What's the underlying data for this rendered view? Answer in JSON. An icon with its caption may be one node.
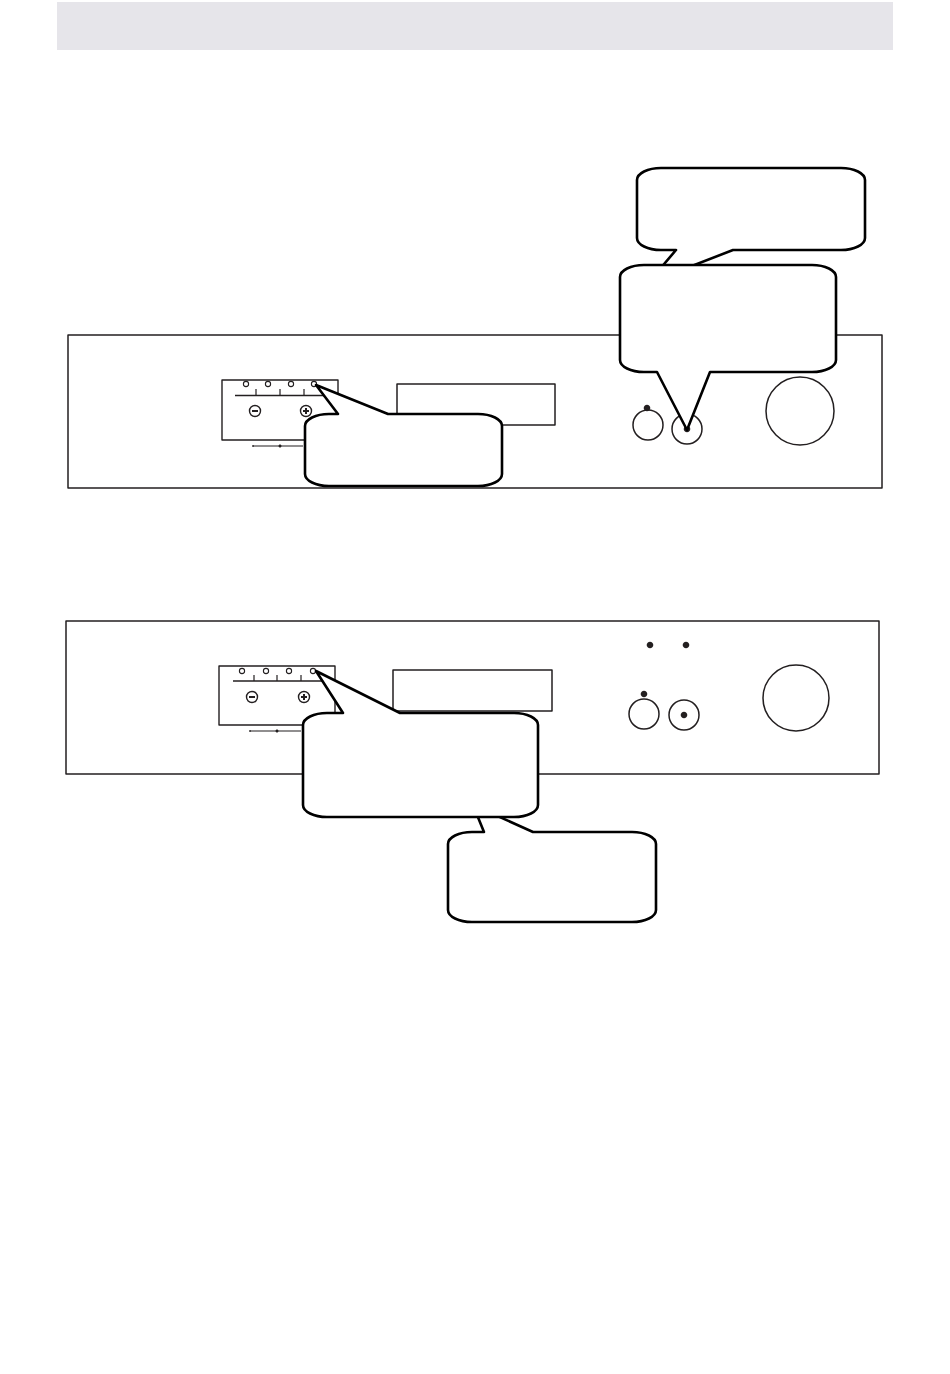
{
  "diagram": {
    "nodes": [
      {
        "text": [],
        "shape": "bubble"
      },
      {
        "text": [],
        "shape": "bubble"
      },
      {
        "text": [],
        "shape": "box"
      },
      {
        "text": [],
        "shape": "bubble"
      },
      {
        "text": [],
        "shape": "box"
      },
      {
        "text": [],
        "shape": "bubble"
      },
      {
        "text": [],
        "shape": "bubble"
      }
    ]
  }
}
